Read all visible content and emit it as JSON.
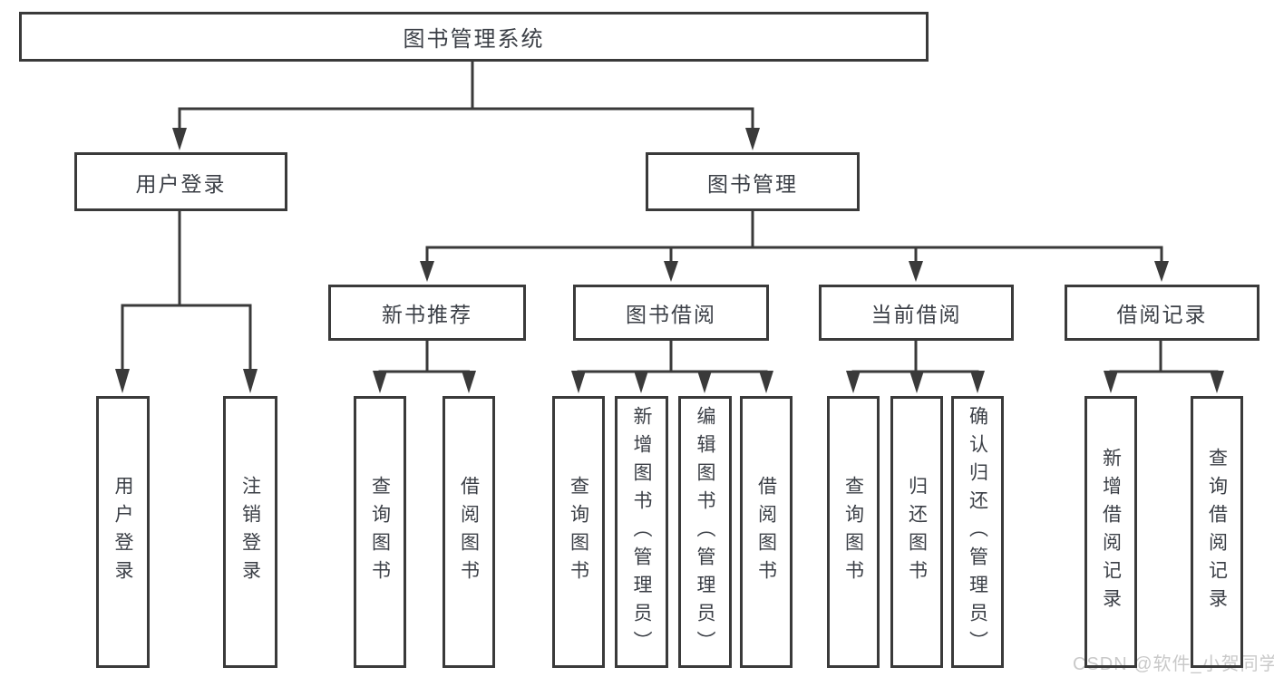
{
  "root": {
    "label": "图书管理系统"
  },
  "branches": [
    {
      "label": "用户登录",
      "children": [
        {
          "label": "用户登录"
        },
        {
          "label": "注销登录"
        }
      ]
    },
    {
      "label": "图书管理",
      "children": [
        {
          "label": "新书推荐",
          "children": [
            {
              "label": "查询图书"
            },
            {
              "label": "借阅图书"
            }
          ]
        },
        {
          "label": "图书借阅",
          "children": [
            {
              "label": "查询图书"
            },
            {
              "label": "新增图书（管理员）"
            },
            {
              "label": "编辑图书（管理员）"
            },
            {
              "label": "借阅图书"
            }
          ]
        },
        {
          "label": "当前借阅",
          "children": [
            {
              "label": "查询图书"
            },
            {
              "label": "归还图书"
            },
            {
              "label": "确认归还（管理员）"
            }
          ]
        },
        {
          "label": "借阅记录",
          "children": [
            {
              "label": "新增借阅记录"
            },
            {
              "label": "查询借阅记录"
            }
          ]
        }
      ]
    }
  ],
  "watermark": "CSDN @软件_小贺同学",
  "colors": {
    "line": "#3a3a3a",
    "box_border": "#3a3a3a",
    "text": "#3b3f46",
    "watermark": "#c9c9c9",
    "background": "#ffffff"
  }
}
